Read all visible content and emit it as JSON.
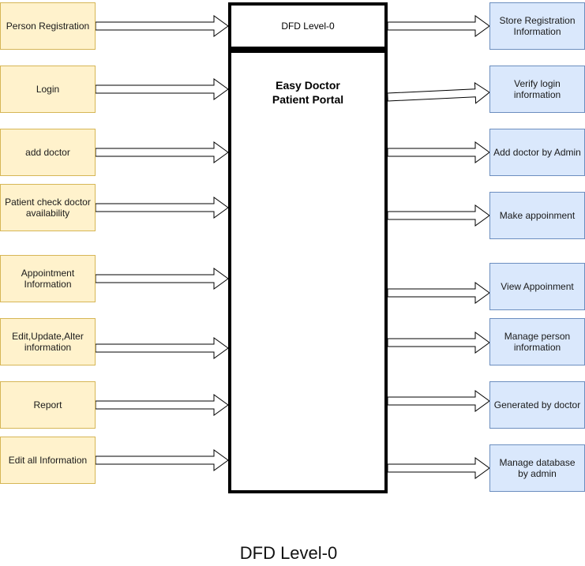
{
  "inputs": [
    {
      "label": "Person Registration"
    },
    {
      "label": "Login"
    },
    {
      "label": "add doctor"
    },
    {
      "label": "Patient check doctor availability"
    },
    {
      "label": "Appointment Information"
    },
    {
      "label": "Edit,Update,Alter information"
    },
    {
      "label": "Report"
    },
    {
      "label": "Edit all Information"
    }
  ],
  "outputs": [
    {
      "label": "Store Registration Information"
    },
    {
      "label": "Verify login information"
    },
    {
      "label": "Add doctor by Admin"
    },
    {
      "label": "Make appoinment"
    },
    {
      "label": "View Appoinment"
    },
    {
      "label": "Manage person information"
    },
    {
      "label": "Generated by doctor"
    },
    {
      "label": "Manage database by admin"
    }
  ],
  "system": {
    "header": "DFD Level-0",
    "title": "Easy Doctor\nPatient Portal"
  },
  "caption": "DFD Level-0",
  "colors": {
    "input_fill": "#fff2cc",
    "input_stroke": "#d6b656",
    "output_fill": "#dae8fc",
    "output_stroke": "#6c8ebf"
  }
}
